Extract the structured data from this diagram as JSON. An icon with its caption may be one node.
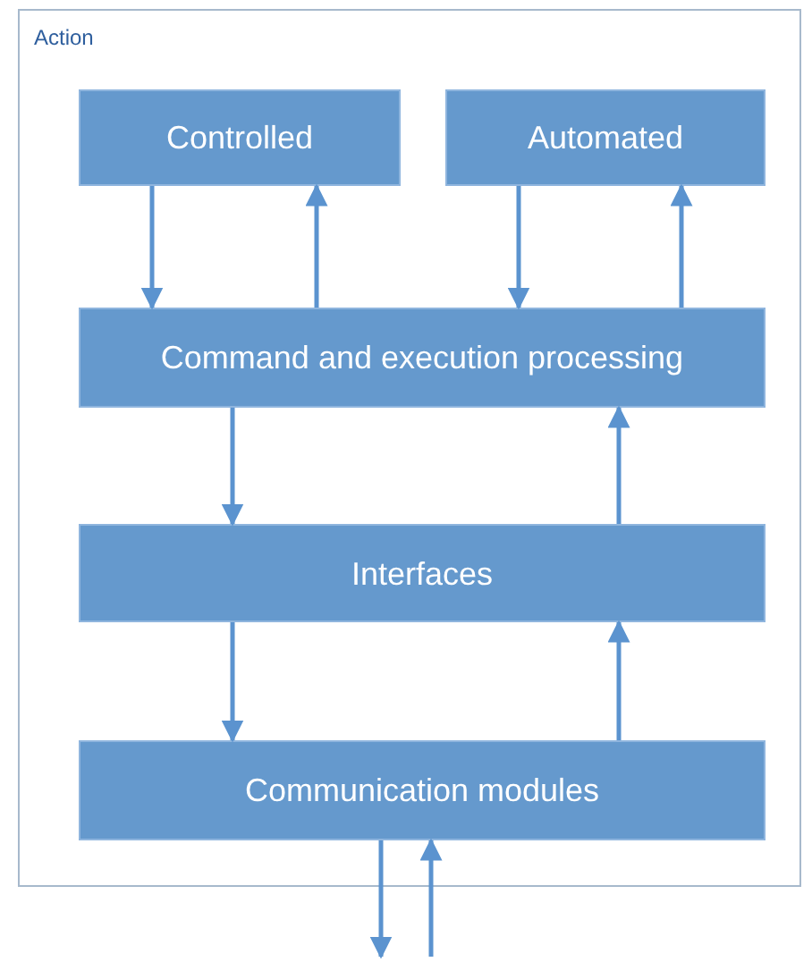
{
  "diagram": {
    "nodes": [
      {
        "text": [
          "Action"
        ]
      },
      {
        "text": [
          "Controlled"
        ],
        "in": 0
      },
      {
        "text": [
          "Automated"
        ],
        "in": 0
      },
      {
        "text": [
          "Command and execution processing"
        ],
        "in": 0
      },
      {
        "text": [
          "Interfaces"
        ],
        "in": 0
      },
      {
        "text": [
          "Communication modules"
        ],
        "in": 0
      }
    ],
    "edges": [
      {
        "from": 1,
        "to": 3,
        "arrow": "to"
      },
      {
        "from": 3,
        "to": 1,
        "arrow": "to"
      },
      {
        "from": 2,
        "to": 3,
        "arrow": "to"
      },
      {
        "from": 3,
        "to": 2,
        "arrow": "to"
      },
      {
        "from": 3,
        "to": 4,
        "arrow": "to"
      },
      {
        "from": 4,
        "to": 3,
        "arrow": "to"
      },
      {
        "from": 4,
        "to": 5,
        "arrow": "to"
      },
      {
        "from": 5,
        "to": 4,
        "arrow": "to"
      },
      {
        "from": 5,
        "to": null,
        "arrow": "to"
      },
      {
        "from": null,
        "to": 5,
        "arrow": "to"
      }
    ]
  }
}
